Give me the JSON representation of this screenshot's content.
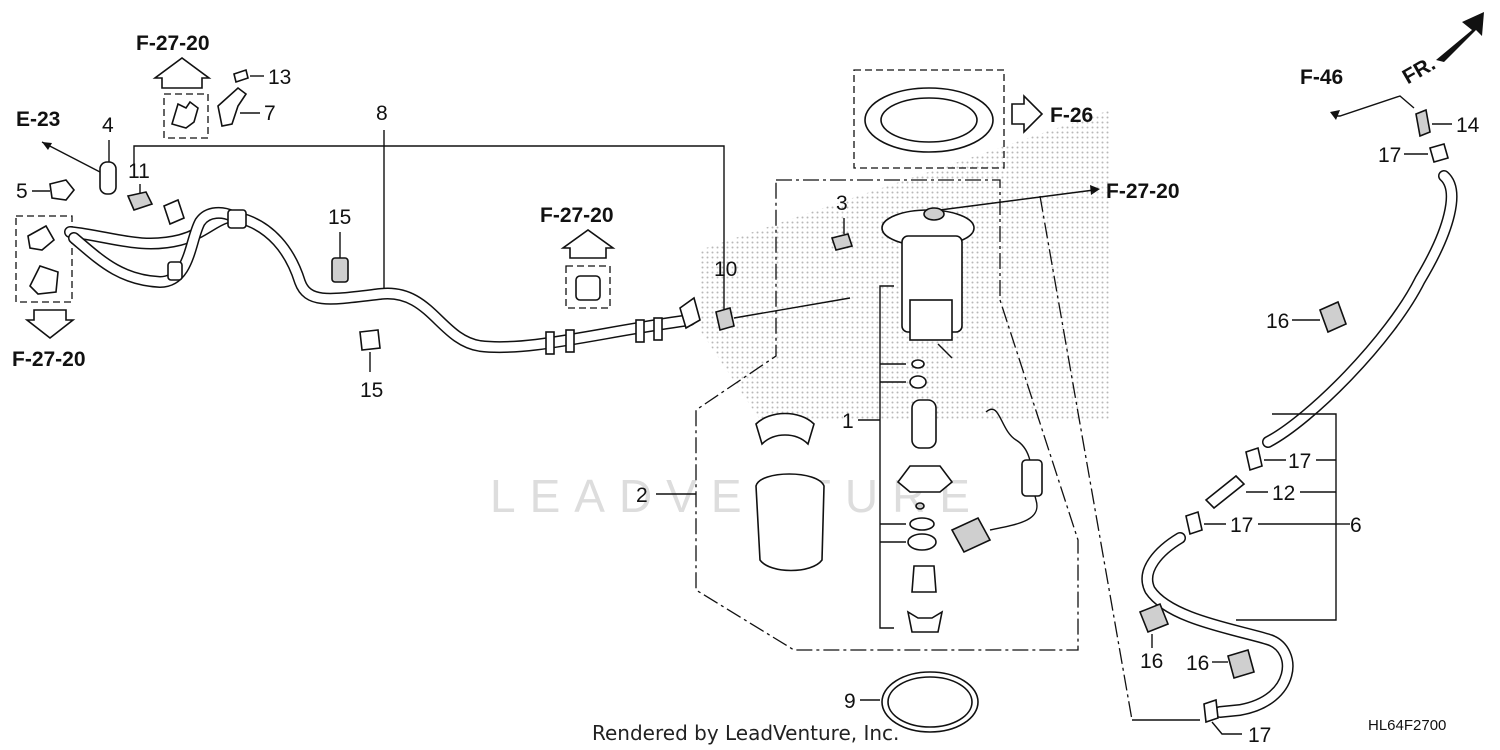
{
  "diagram": {
    "refs": {
      "f2720_top": "F-27-20",
      "e23": "E-23",
      "f2720_left": "F-27-20",
      "f2720_mid": "F-27-20",
      "f26": "F-26",
      "f2720_right": "F-27-20",
      "f46": "F-46"
    },
    "front_arrow": "FR.",
    "callouts": {
      "c1": "1",
      "c2": "2",
      "c3": "3",
      "c4": "4",
      "c5": "5",
      "c6": "6",
      "c7": "7",
      "c8": "8",
      "c9": "9",
      "c10": "10",
      "c11": "11",
      "c12": "12",
      "c13": "13",
      "c14": "14",
      "c15a": "15",
      "c15b": "15",
      "c16a": "16",
      "c16b": "16",
      "c16c": "16",
      "c17a": "17",
      "c17b": "17",
      "c17c": "17",
      "c17d": "17"
    },
    "watermark": "LEADVENTURE",
    "footer": "Rendered by LeadVenture, Inc.",
    "diagram_code": "HL64F2700"
  }
}
